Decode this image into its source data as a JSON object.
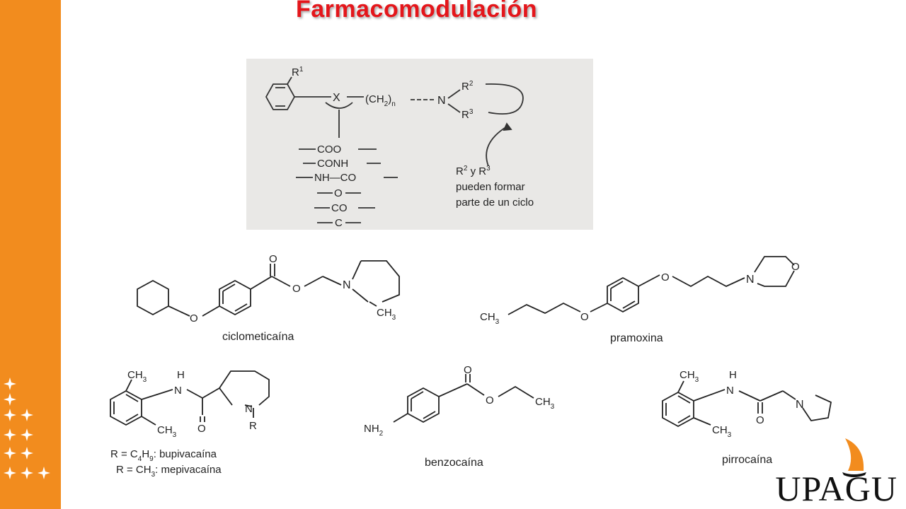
{
  "slide": {
    "title": "Farmacomodulación",
    "accent_color": "#f28c1e",
    "title_color": "#e4161b"
  },
  "scheme": {
    "r1": "R",
    "r1_sup": "1",
    "x": "X",
    "chain": "(CH",
    "chain_sub": "2",
    "chain_n": "n",
    "n_atom": "N",
    "r2": "R",
    "r2_sup": "2",
    "r3": "R",
    "r3_sup": "3",
    "groups": [
      "COO",
      "CONH",
      "NH—CO",
      "O",
      "CO",
      "C"
    ],
    "note_line1_a": "R",
    "note_line1_sup_a": "2",
    "note_line1_mid": " y R",
    "note_line1_sup_b": "3",
    "note_line2": "pueden formar",
    "note_line3": "parte de un ciclo"
  },
  "molecules": {
    "ciclometicaina": {
      "name": "ciclometicaína",
      "ch3": "CH",
      "ch3_sub": "3",
      "n": "N",
      "o1": "O",
      "o2": "O",
      "o3": "O"
    },
    "pramoxina": {
      "name": "pramoxina",
      "ch3": "CH",
      "ch3_sub": "3",
      "o1": "O",
      "o2": "O",
      "n": "N",
      "o3": "O"
    },
    "bupivacaina": {
      "ch3_top": "CH",
      "ch3_top_sub": "3",
      "ch3_bot": "CH",
      "ch3_bot_sub": "3",
      "h": "H",
      "n_amide": "N",
      "o": "O",
      "n_ring": "N",
      "r": "R",
      "caption1_a": "R = C",
      "caption1_sub1": "4",
      "caption1_b": "H",
      "caption1_sub2": "9",
      "caption1_c": ": bupivacaína",
      "caption2_a": "R = CH",
      "caption2_sub": "3",
      "caption2_c": ": mepivacaína"
    },
    "benzocaina": {
      "name": "benzocaína",
      "nh2": "NH",
      "nh2_sub": "2",
      "o1": "O",
      "o2": "O",
      "ch3": "CH",
      "ch3_sub": "3"
    },
    "pirrocaina": {
      "name": "pirrocaína",
      "ch3_top": "CH",
      "ch3_top_sub": "3",
      "ch3_bot": "CH",
      "ch3_bot_sub": "3",
      "h": "H",
      "n_amide": "N",
      "o": "O",
      "n_ring": "N"
    }
  },
  "logo": {
    "text": "UPAGU"
  }
}
